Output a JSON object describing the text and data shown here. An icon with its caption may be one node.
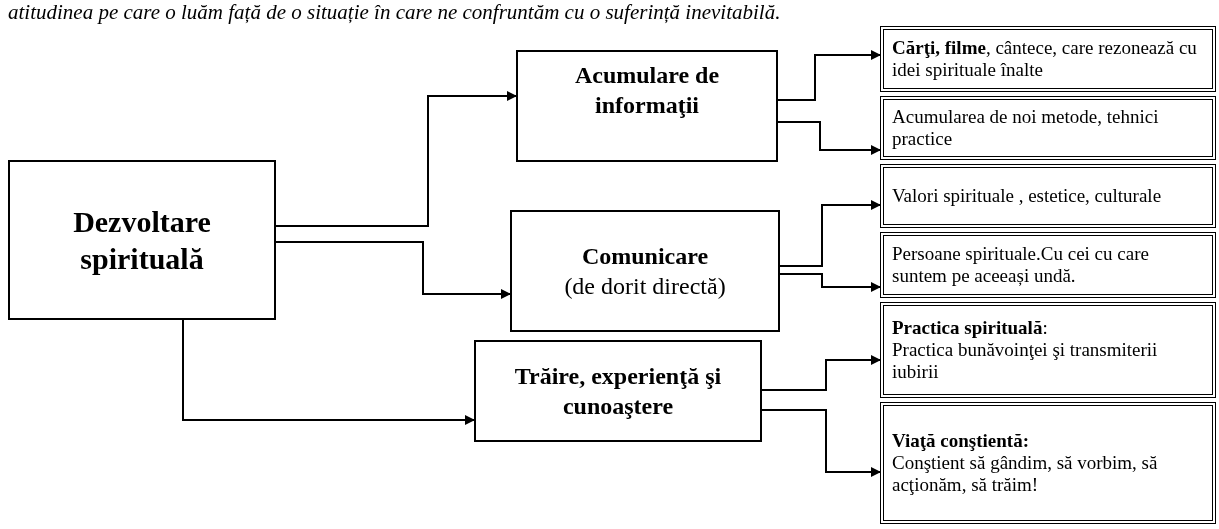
{
  "diagram": {
    "nodes": [
      {
        "text": [
          "Dezvoltare spirituală"
        ]
      },
      {
        "text": [
          "Acumulare de informaţii"
        ]
      },
      {
        "text": [
          "Comunicare",
          "(de dorit directă)"
        ]
      },
      {
        "text": [
          "Trăire, experienţă şi cunoaştere"
        ]
      },
      {
        "text": [
          "**Cărţi, filme**, cântece, care rezonează cu idei spirituale înalte"
        ]
      },
      {
        "text": [
          "Acumularea de noi metode, tehnici practice"
        ]
      },
      {
        "text": [
          "Valori spirituale , estetice, culturale"
        ]
      },
      {
        "text": [
          "Persoane spirituale.Cu cei cu care suntem pe aceeași undă."
        ]
      },
      {
        "text": [
          "**Practica spirituală**:",
          "Practica bunăvoinţei şi transmiterii iubirii"
        ]
      },
      {
        "text": [
          "Viaţă conştientă:",
          "Conştient să gândim, să vorbim, să acţionăm, să trăim!"
        ]
      }
    ],
    "edges": [
      {
        "from": 0,
        "to": 1,
        "arrow": "to"
      },
      {
        "from": 0,
        "to": 2,
        "arrow": "to"
      },
      {
        "from": 0,
        "to": 3,
        "arrow": "to"
      },
      {
        "from": 1,
        "to": 4,
        "arrow": "to"
      },
      {
        "from": 1,
        "to": 5,
        "arrow": "to"
      },
      {
        "from": 2,
        "to": 6,
        "arrow": "to"
      },
      {
        "from": 2,
        "to": 7,
        "arrow": "to"
      },
      {
        "from": 3,
        "to": 8,
        "arrow": "to"
      },
      {
        "from": 3,
        "to": 9,
        "arrow": "to"
      }
    ],
    "labels": [
      "atitudinea pe care o luăm față de o situație în care ne confruntăm cu o suferință inevitabilă."
    ]
  }
}
